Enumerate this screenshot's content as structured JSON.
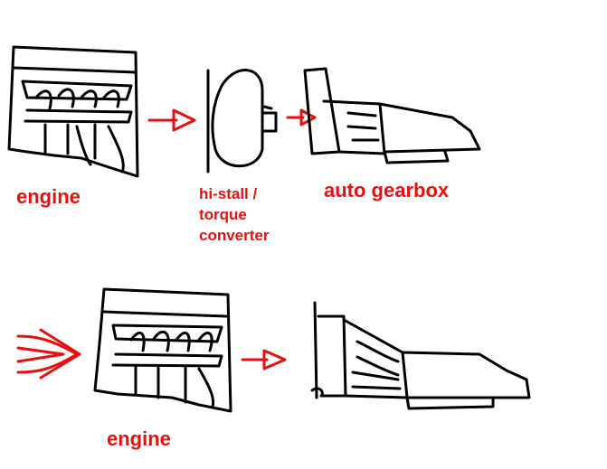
{
  "labels": {
    "engine_top": "engine",
    "torque_converter": [
      "hi-stall /",
      "torque",
      "converter"
    ],
    "auto_gearbox": "auto gearbox",
    "engine_bottom": "engine"
  },
  "colors": {
    "ink": "#000000",
    "label": "#e8100f",
    "arrow": "#e8100f"
  }
}
